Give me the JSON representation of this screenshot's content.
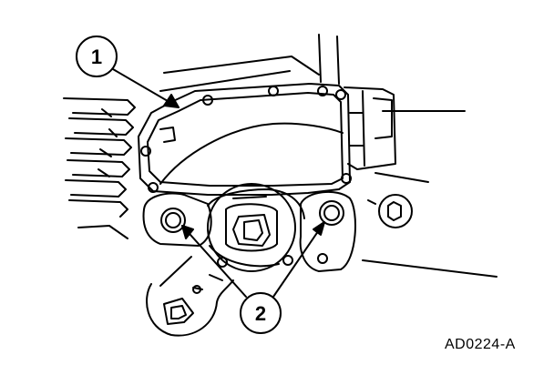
{
  "figure": {
    "figure_id": "AD0224-A",
    "callouts": [
      {
        "number": "1",
        "target": "gasket"
      },
      {
        "number": "2",
        "target": "bolts"
      }
    ],
    "colors": {
      "line": "#000000",
      "background": "#ffffff"
    }
  }
}
